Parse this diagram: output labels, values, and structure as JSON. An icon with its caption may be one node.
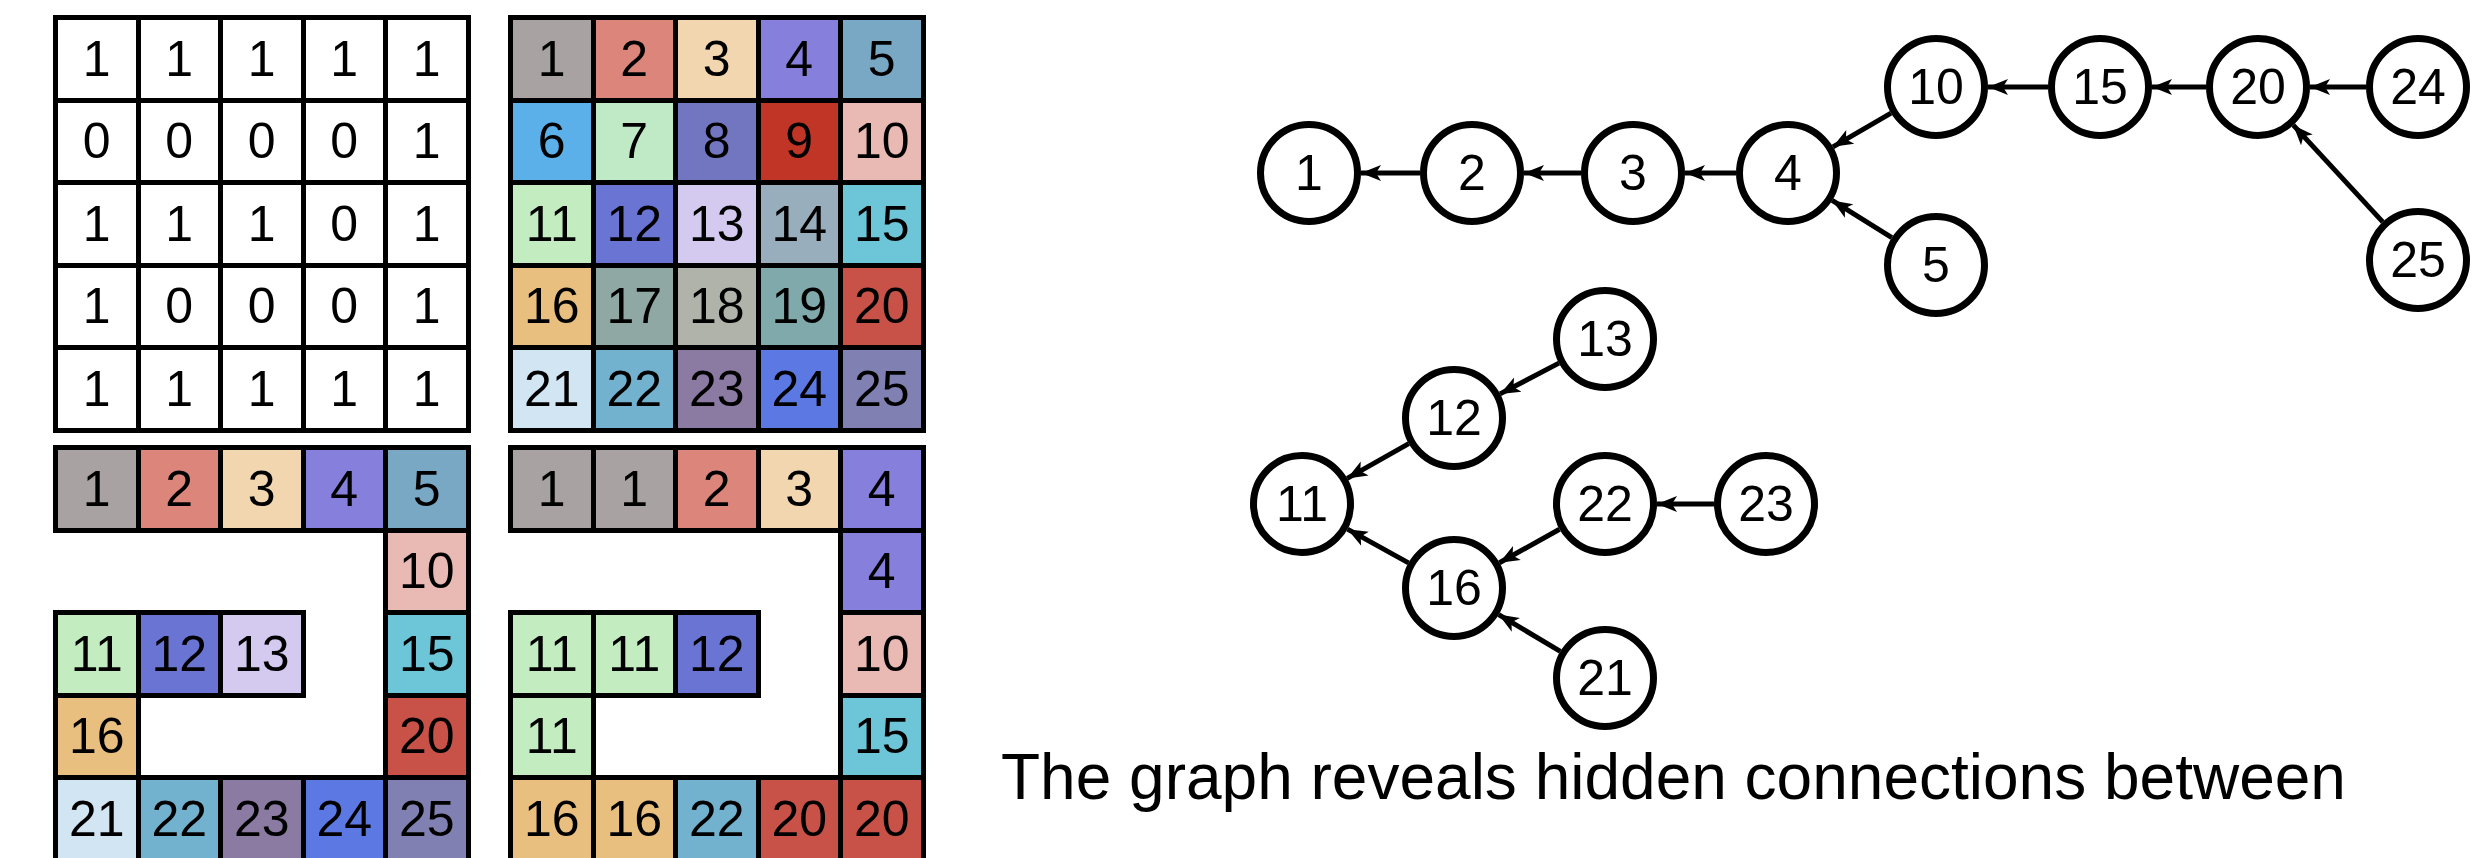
{
  "diagram": {
    "caption": "The graph reveals hidden connections between",
    "nodes": [
      {
        "text": [
          "10"
        ]
      },
      {
        "text": [
          "15"
        ]
      },
      {
        "text": [
          "20"
        ]
      },
      {
        "text": [
          "24"
        ]
      },
      {
        "text": [
          "1"
        ]
      },
      {
        "text": [
          "2"
        ]
      },
      {
        "text": [
          "3"
        ]
      },
      {
        "text": [
          "4"
        ]
      },
      {
        "text": [
          "5"
        ]
      },
      {
        "text": [
          "25"
        ]
      },
      {
        "text": [
          "13"
        ]
      },
      {
        "text": [
          "12"
        ]
      },
      {
        "text": [
          "11"
        ]
      },
      {
        "text": [
          "22"
        ]
      },
      {
        "text": [
          "23"
        ]
      },
      {
        "text": [
          "16"
        ]
      },
      {
        "text": [
          "21"
        ]
      }
    ],
    "edges": [
      {
        "from": 1,
        "to": 0,
        "arrow": "to"
      },
      {
        "from": 2,
        "to": 1,
        "arrow": "to"
      },
      {
        "from": 3,
        "to": 2,
        "arrow": "to"
      },
      {
        "from": 5,
        "to": 4,
        "arrow": "to"
      },
      {
        "from": 6,
        "to": 5,
        "arrow": "to"
      },
      {
        "from": 7,
        "to": 6,
        "arrow": "to"
      },
      {
        "from": 0,
        "to": 7,
        "arrow": "to"
      },
      {
        "from": 8,
        "to": 7,
        "arrow": "to"
      },
      {
        "from": 9,
        "to": 2,
        "arrow": "to"
      },
      {
        "from": 10,
        "to": 11,
        "arrow": "to"
      },
      {
        "from": 11,
        "to": 12,
        "arrow": "to"
      },
      {
        "from": 13,
        "to": 15,
        "arrow": "to"
      },
      {
        "from": 14,
        "to": 13,
        "arrow": "to"
      },
      {
        "from": 15,
        "to": 12,
        "arrow": "to"
      },
      {
        "from": 16,
        "to": 15,
        "arrow": "to"
      }
    ],
    "labels": [
      "1",
      "1",
      "1",
      "1",
      "1",
      "0",
      "0",
      "0",
      "0",
      "1",
      "1",
      "1",
      "1",
      "0",
      "1",
      "1",
      "0",
      "0",
      "0",
      "1",
      "1",
      "1",
      "1",
      "1",
      "1",
      "1",
      "2",
      "3",
      "4",
      "5",
      "6",
      "7",
      "8",
      "9",
      "10",
      "11",
      "12",
      "13",
      "14",
      "15",
      "16",
      "17",
      "18",
      "19",
      "20",
      "21",
      "22",
      "23",
      "24",
      "25",
      "1",
      "2",
      "3",
      "4",
      "5",
      "10",
      "11",
      "12",
      "13",
      "15",
      "16",
      "20",
      "21",
      "22",
      "23",
      "24",
      "25",
      "1",
      "1",
      "2",
      "3",
      "4",
      "4",
      "11",
      "11",
      "12",
      "10",
      "11",
      "15",
      "16",
      "16",
      "22",
      "20",
      "20"
    ]
  }
}
